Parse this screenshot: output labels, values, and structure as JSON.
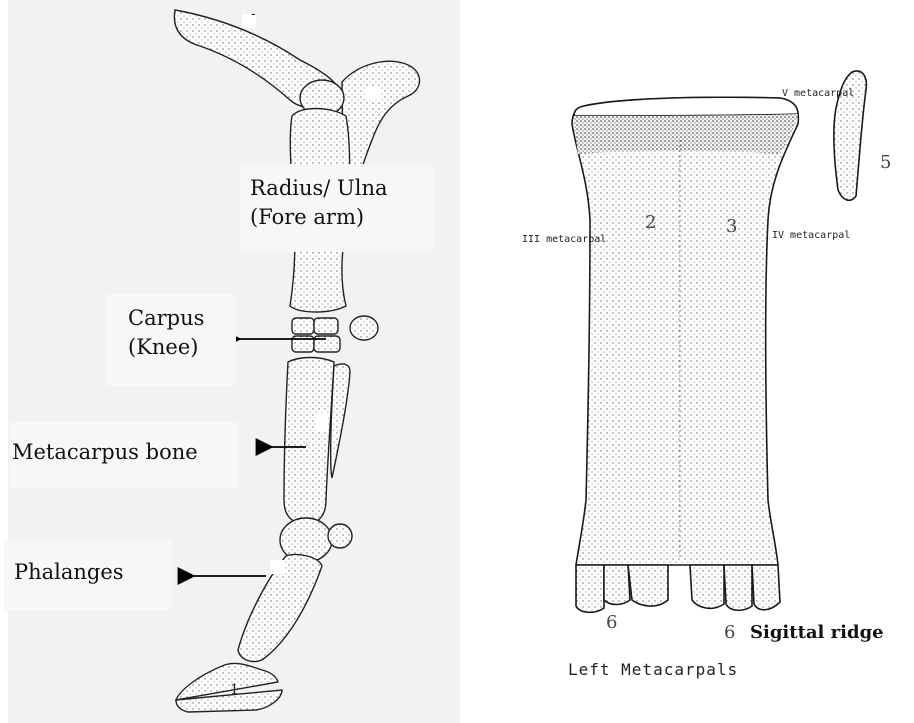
{
  "left_figure": {
    "labels": {
      "radius_line1": "Radius/ Ulna",
      "radius_line2": "(Fore arm)",
      "carpus_line1": "Carpus",
      "carpus_line2": "(Knee)",
      "metacarpus": "Metacarpus bone",
      "phalanges": "Phalanges"
    },
    "markers": {
      "top": "-",
      "hoof": "1"
    }
  },
  "right_figure": {
    "labels": {
      "v_metacarpal": "V metacarpal",
      "iii_metacarpal": "III metacarpal",
      "iv_metacarpal": "IV metacarpal",
      "num_2": "2",
      "num_3": "3",
      "num_5": "5",
      "num_6_left": "6",
      "num_6_right": "6",
      "sigittal_ridge": "Sigittal ridge",
      "caption": "Left Metacarpals"
    }
  }
}
